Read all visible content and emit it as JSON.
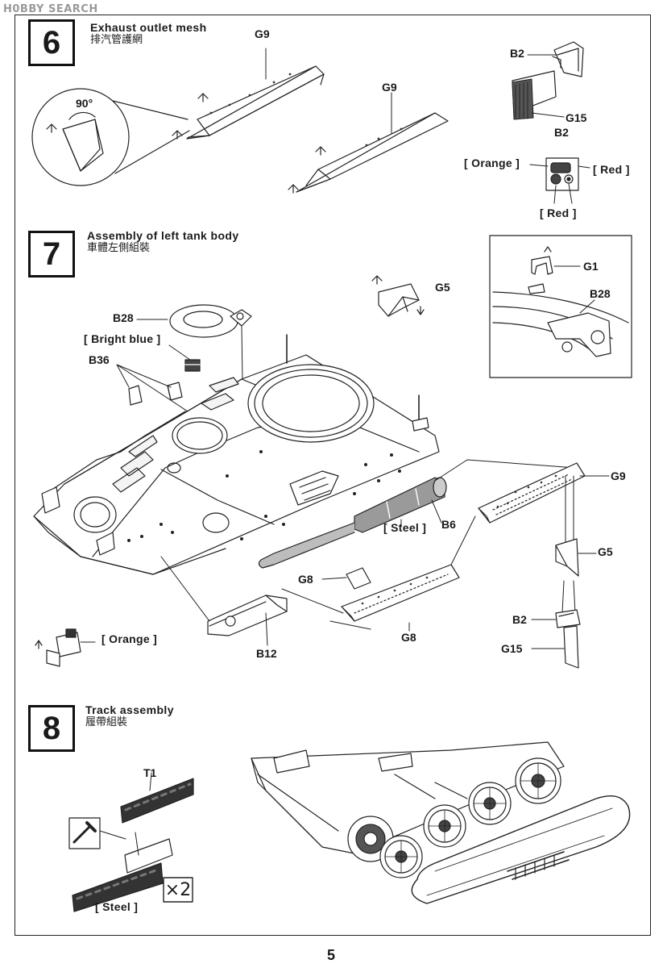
{
  "watermark": "H0BBY SEARCH",
  "page_number": "5",
  "steps": [
    {
      "number": "6",
      "title": "Exhaust outlet mesh",
      "subtitle": "排汽管護網"
    },
    {
      "number": "7",
      "title": "Assembly of left tank body",
      "subtitle": "車體左側組裝"
    },
    {
      "number": "8",
      "title": "Track assembly",
      "subtitle": "履帶組裝"
    }
  ],
  "step6": {
    "angle": "90°",
    "parts": {
      "g9_a": "G9",
      "g9_b": "G9",
      "b2_top": "B2",
      "g15": "G15",
      "b2_paint": "B2"
    },
    "paint": {
      "orange": "[ Orange ]",
      "red_right": "[ Red ]",
      "red_bottom": "[ Red ]"
    }
  },
  "step7": {
    "parts": {
      "b28": "B28",
      "b36": "B36",
      "g5": "G5",
      "g1": "G1",
      "b28_inset": "B28",
      "g9": "G9",
      "b6": "B6",
      "g5_right": "G5",
      "b2": "B2",
      "g15": "G15",
      "g8_left": "G8",
      "g8_bottom": "G8",
      "b12": "B12"
    },
    "paint": {
      "bright_blue": "[ Bright blue ]",
      "steel": "[ Steel ]",
      "orange": "[ Orange ]"
    }
  },
  "step8": {
    "parts": {
      "t1": "T1"
    },
    "paint": {
      "steel": "[ Steel ]"
    },
    "multiplier": "×2"
  },
  "colors": {
    "line": "#222222",
    "mesh": "#333333",
    "paper": "#ffffff"
  }
}
